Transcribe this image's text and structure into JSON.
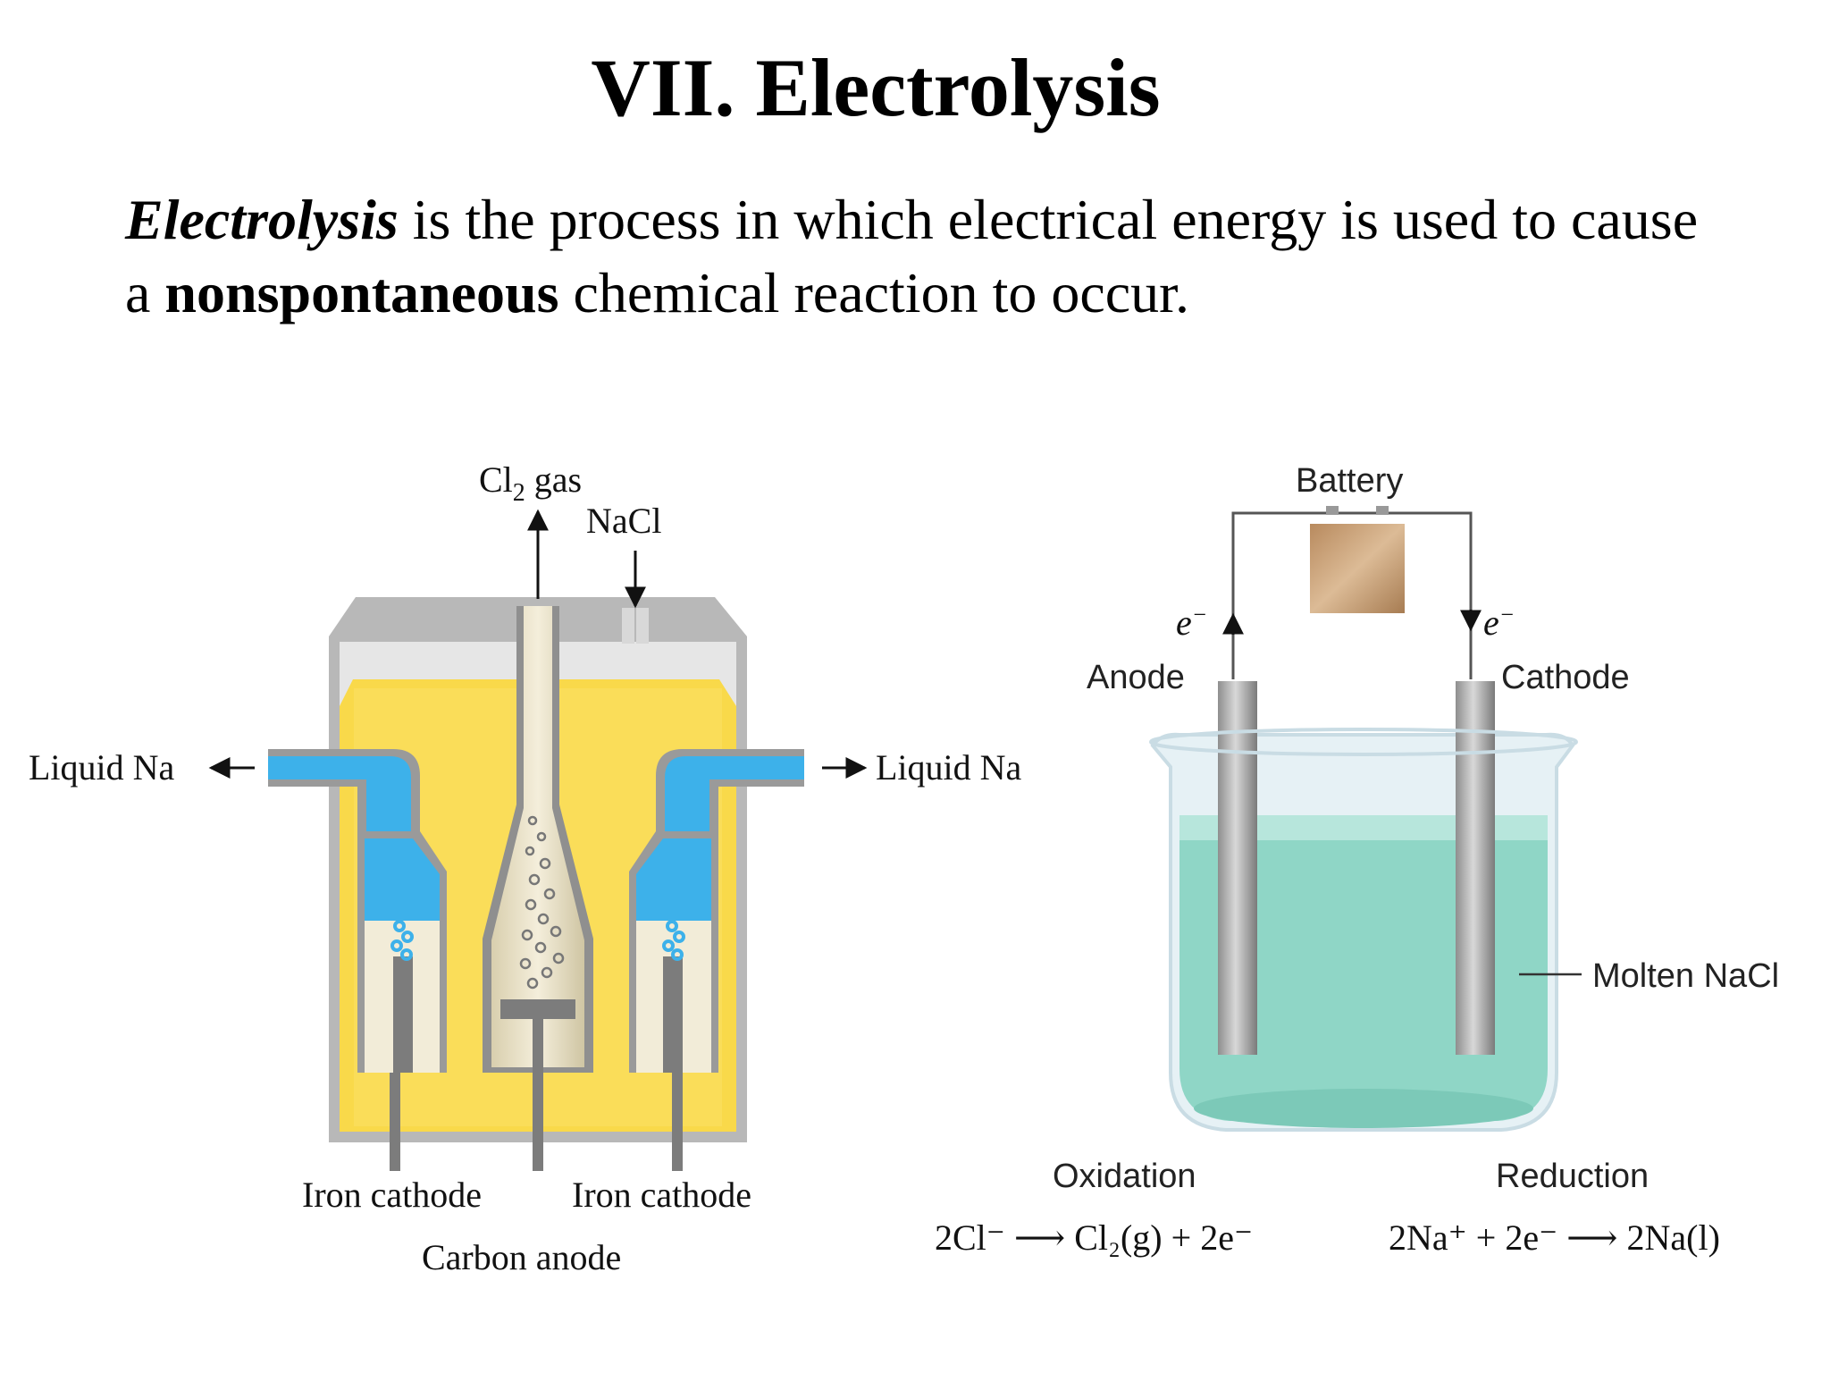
{
  "slide": {
    "title": "VII. Electrolysis",
    "definition": {
      "term": "Electrolysis",
      "text_1": " is the process in which electrical energy is used to cause a ",
      "emphasis": "nonspontaneous",
      "text_2": " chemical reaction to occur."
    }
  },
  "downs_cell": {
    "cl2_label_main": "Cl",
    "cl2_label_sub": "2",
    "cl2_label_rest": " gas",
    "nacl_in": "NaCl",
    "liquid_na_left": "Liquid Na",
    "liquid_na_right": "Liquid Na",
    "iron_cathode_left": "Iron cathode",
    "iron_cathode_right": "Iron cathode",
    "carbon_anode": "Carbon anode"
  },
  "electrolytic_cell": {
    "battery": "Battery",
    "electron_left": "e",
    "electron_right": "e",
    "electron_sup": "−",
    "anode": "Anode",
    "cathode": "Cathode",
    "molten_nacl": "Molten NaCl",
    "oxidation": "Oxidation",
    "reduction": "Reduction",
    "oxidation_eq": "2Cl⁻ ⟶ Cl₂(g) + 2e⁻",
    "reduction_eq": "2Na⁺ + 2e⁻ ⟶ 2Na(l)"
  },
  "colors": {
    "yellow": "#f9d94a",
    "blue": "#3db1ea",
    "solution": "#8fd6c6",
    "battery": "#c7a07a",
    "casing": "#bdbdbd"
  }
}
